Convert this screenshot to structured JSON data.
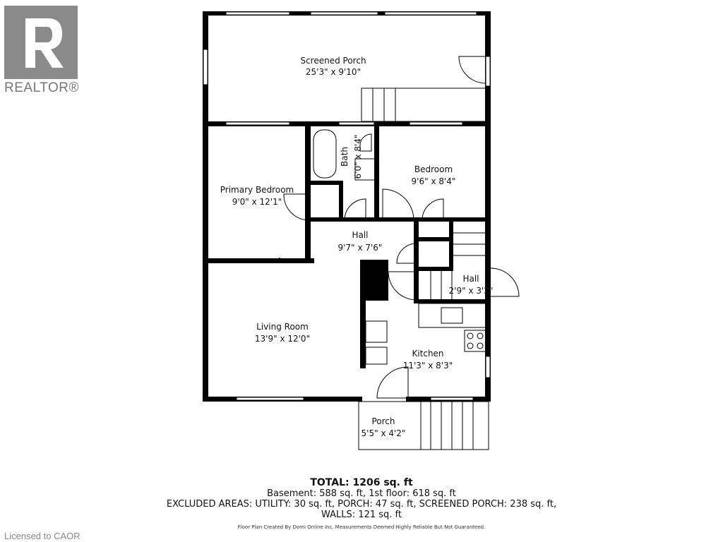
{
  "branding": {
    "logo_text": "REALTOR®",
    "license_text": "Licensed to CAOR",
    "logo_color": "#8a8a8a"
  },
  "rooms": {
    "screened_porch": {
      "name": "Screened Porch",
      "size": "25'3\" x 9'10\""
    },
    "primary_bedroom": {
      "name": "Primary Bedroom",
      "size": "9'0\" x 12'1\""
    },
    "bath": {
      "name": "Bath",
      "size": "6'0\" x 8'4\""
    },
    "bedroom": {
      "name": "Bedroom",
      "size": "9'6\" x 8'4\""
    },
    "hall": {
      "name": "Hall",
      "size": "9'7\" x 7'6\""
    },
    "hall2": {
      "name": "Hall",
      "size": "2'9\" x 3'2\""
    },
    "living_room": {
      "name": "Living Room",
      "size": "13'9\" x 12'0\""
    },
    "kitchen": {
      "name": "Kitchen",
      "size": "11'3\" x 8'3\""
    },
    "porch": {
      "name": "Porch",
      "size": "5'5\" x 4'2\""
    }
  },
  "summary": {
    "total": "TOTAL: 1206 sq. ft",
    "floors": "Basement: 588 sq. ft, 1st floor: 618 sq. ft",
    "excluded": "EXCLUDED AREAS: UTILITY: 30 sq. ft, PORCH: 47 sq. ft, SCREENED PORCH: 238 sq. ft,",
    "walls": "WALLS: 121 sq. ft"
  },
  "credit": "Floor Plan Created By Domi Online Inc. Measurements Deemed Highly Reliable But Not Guaranteed."
}
